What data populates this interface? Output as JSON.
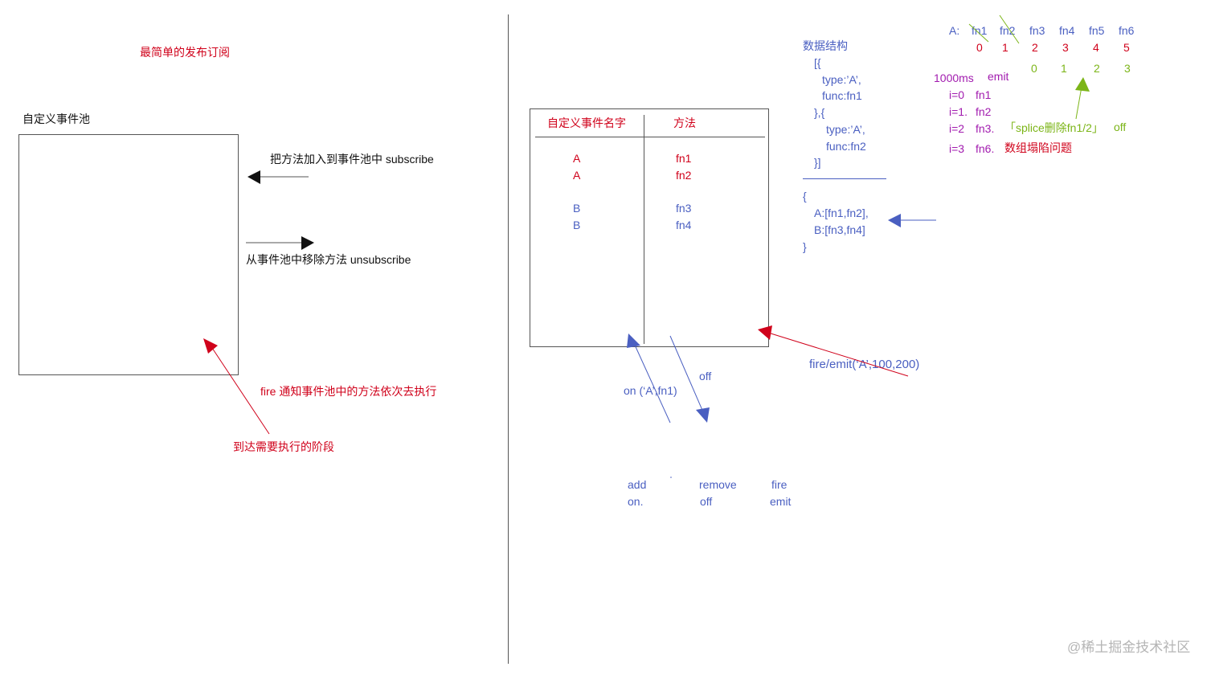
{
  "left": {
    "title": "最简单的发布订阅",
    "pool_label": "自定义事件池",
    "subscribe_note": "把方法加入到事件池中 subscribe",
    "unsubscribe_note": "从事件池中移除方法 unsubscribe",
    "fire_note": "fire 通知事件池中的方法依次去执行",
    "stage_note": "到达需要执行的阶段"
  },
  "table": {
    "header_name": "自定义事件名字",
    "header_method": "方法",
    "rows": [
      {
        "name": "A",
        "method": "fn1"
      },
      {
        "name": "A",
        "method": "fn2"
      },
      {
        "name": "B",
        "method": "fn3"
      },
      {
        "name": "B",
        "method": "fn4"
      }
    ]
  },
  "ops": {
    "on_call": "on (‘A’,fn1)",
    "off_label": "off",
    "fire_call": "fire/emit(‘A’,100,200)",
    "pairs": [
      {
        "top": "add",
        "bottom": "on."
      },
      {
        "top": "remove",
        "bottom": "off"
      },
      {
        "top": "fire",
        "bottom": "emit"
      }
    ]
  },
  "structure": {
    "title": "数据结构",
    "lines": [
      "[{",
      "type:’A’,",
      "func:fn1",
      "},{",
      "type:’A’,",
      "func:fn2",
      "}]"
    ],
    "obj_lines": [
      "{",
      "A:[fn1,fn2],",
      "B:[fn3,fn4]",
      "}"
    ]
  },
  "array_demo": {
    "label": "A:",
    "fns": [
      "fn1",
      "fn2",
      "fn3",
      "fn4",
      "fn5",
      "fn6"
    ],
    "idx1": [
      "0",
      "1",
      "2",
      "3",
      "4",
      "5"
    ],
    "idx2": [
      "0",
      "1",
      "2",
      "3"
    ],
    "timer": "1000ms",
    "emit": "emit",
    "steps": [
      {
        "i": "i=0",
        "fn": "fn1"
      },
      {
        "i": "i=1.",
        "fn": "fn2"
      },
      {
        "i": "i=2",
        "fn": "fn3."
      },
      {
        "i": "i=3",
        "fn": "fn6."
      }
    ],
    "splice_note": "「splice删除fn1/2」",
    "off": "off",
    "problem": "数组塌陷问题"
  },
  "watermark": "@稀土掘金技术社区",
  "colors": {
    "red": "#d0021b",
    "blue": "#4a5fc1",
    "purple": "#a21caf",
    "green": "#7cb518",
    "black": "#111111"
  }
}
